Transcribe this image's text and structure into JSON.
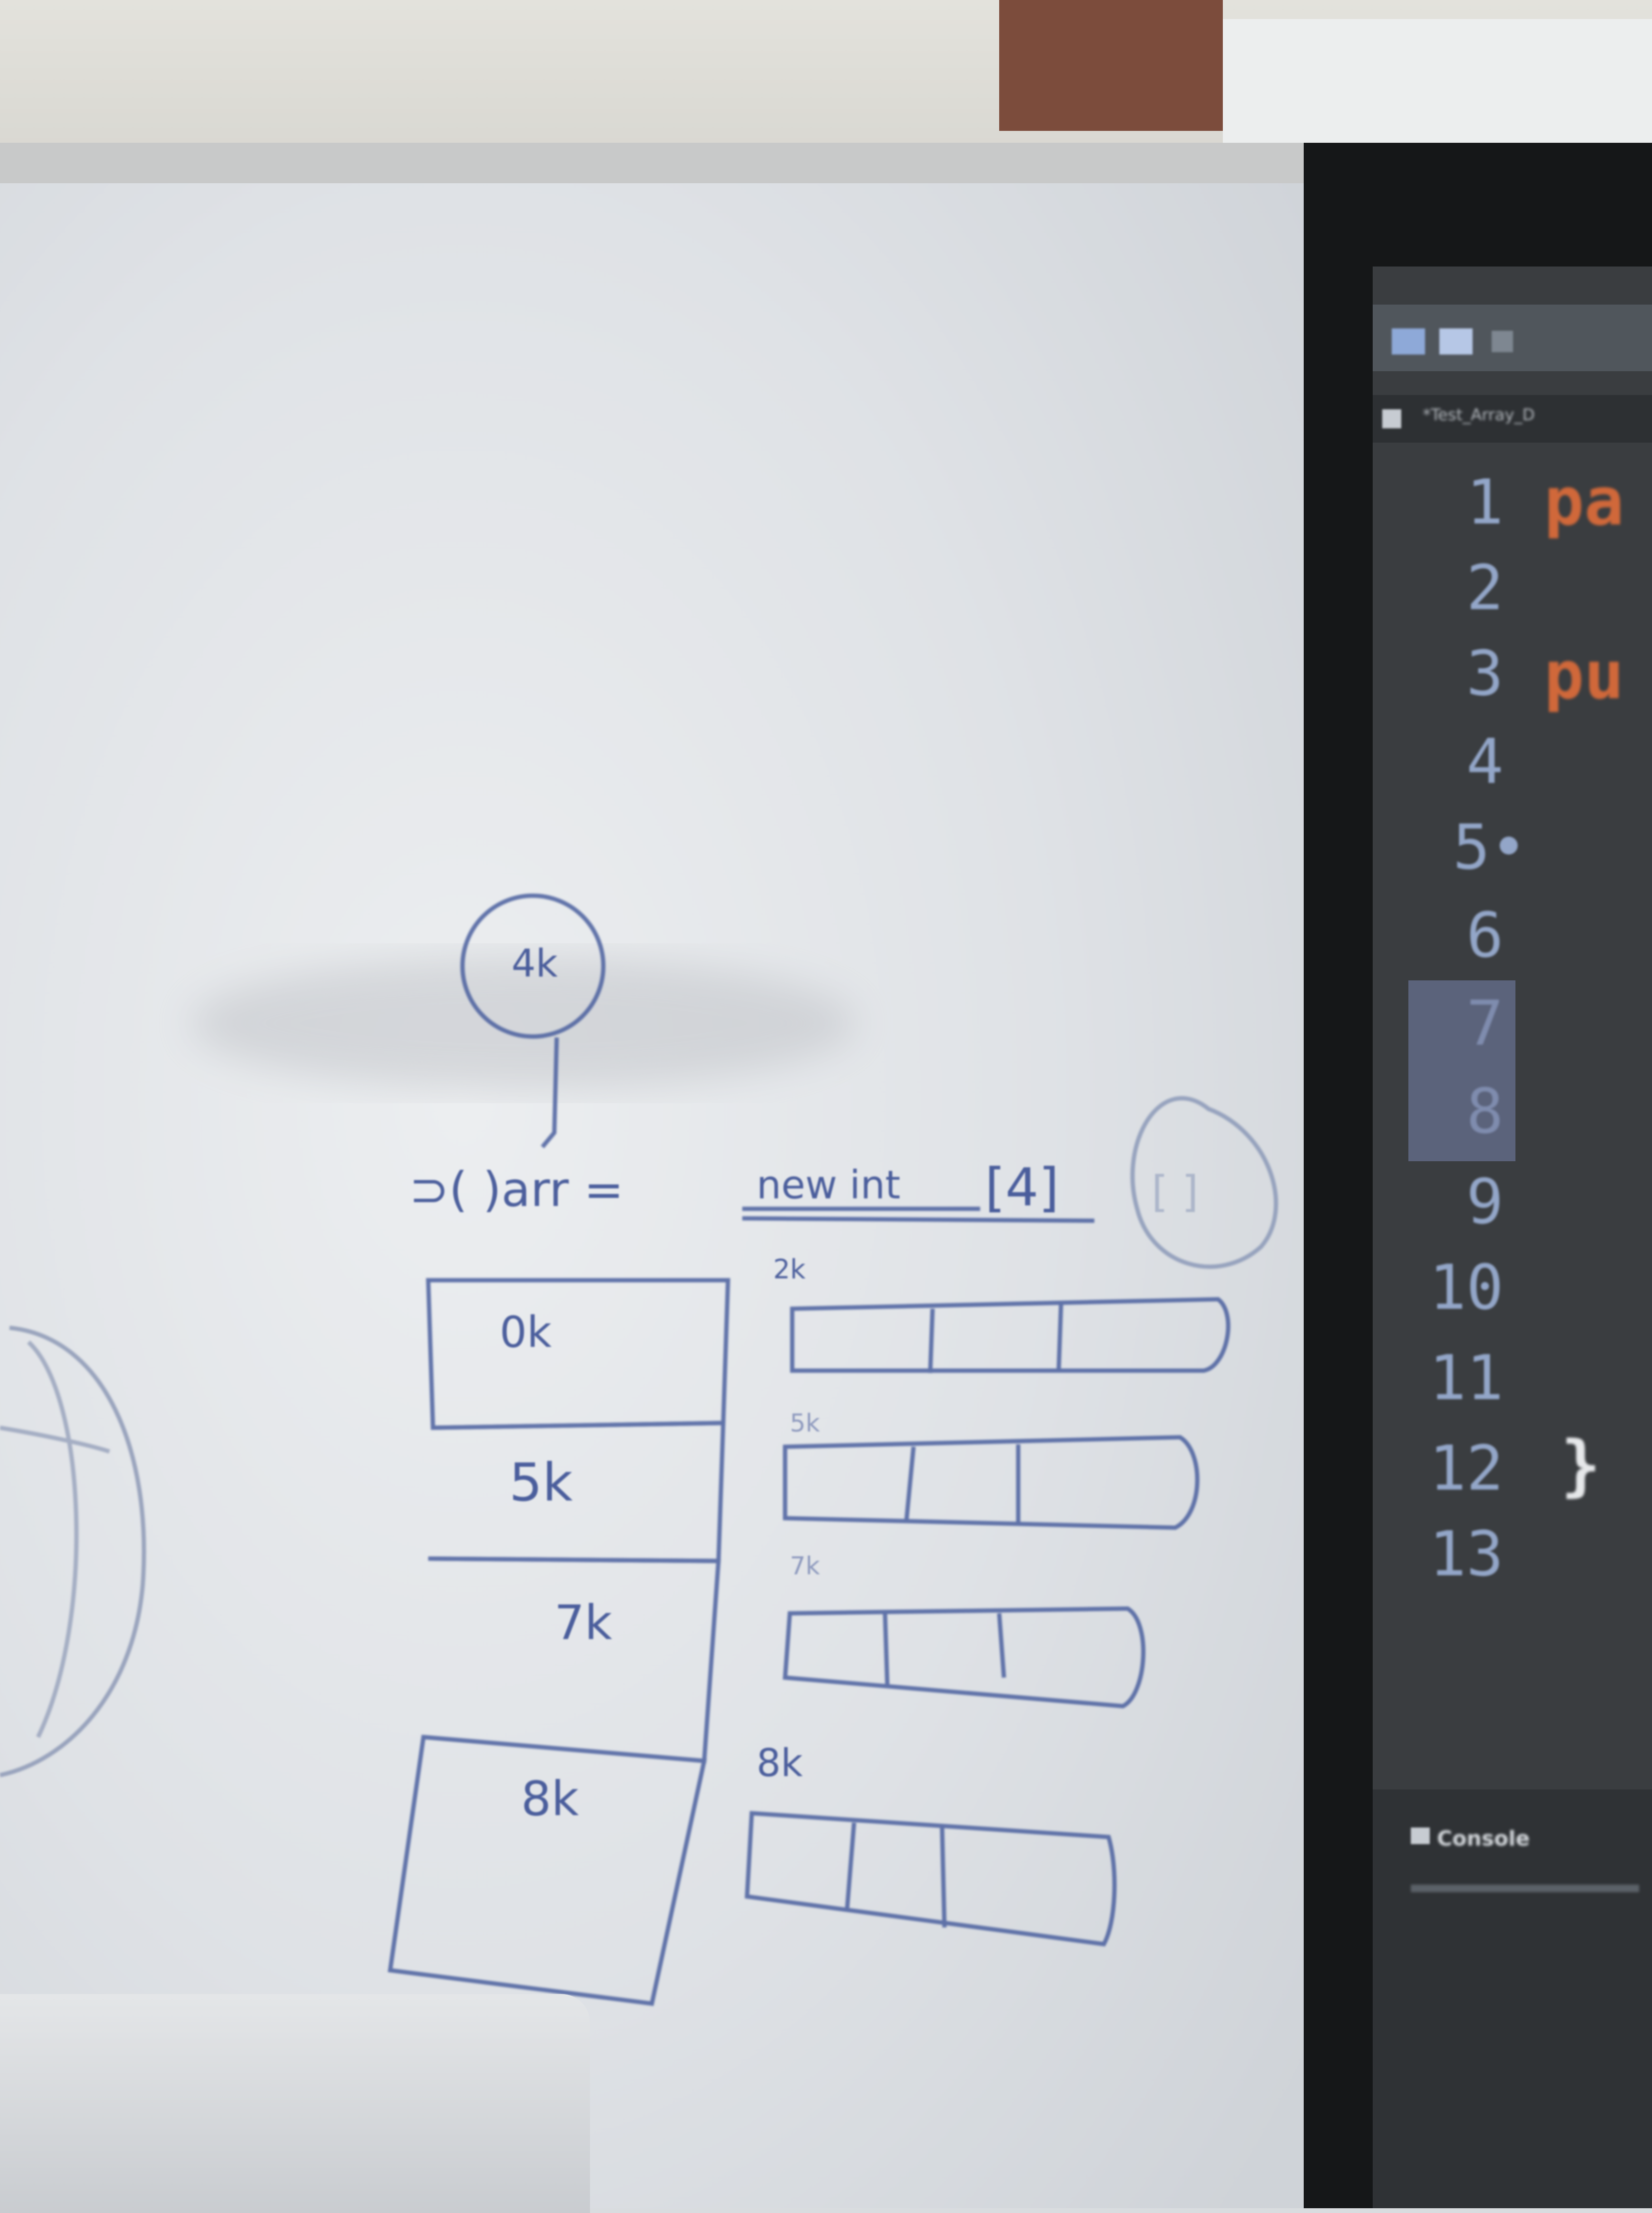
{
  "whiteboard": {
    "circle_note": "4k",
    "statement_left": "⊃( )arr =",
    "statement_new": "new int",
    "statement_size": "[4]",
    "statement_right": "[  ]",
    "label_2k": "2k",
    "label_5k_small": "5k",
    "label_7k_small": "7k",
    "label_8k_small": "8k",
    "cells": [
      "0k",
      "5k",
      "7k",
      "8k"
    ]
  },
  "ide": {
    "tab_title": "*Test_Array_D",
    "line_numbers": [
      "1",
      "2",
      "3",
      "4",
      "5•",
      "6",
      "7",
      "8",
      "9",
      "10",
      "11",
      "12",
      "13"
    ],
    "code_line1": "pa",
    "code_line3": "pu",
    "code_line12": "}",
    "console_label": "Console",
    "accent_keyword": "#d0683a",
    "line_number_color": "#93a6c8"
  }
}
